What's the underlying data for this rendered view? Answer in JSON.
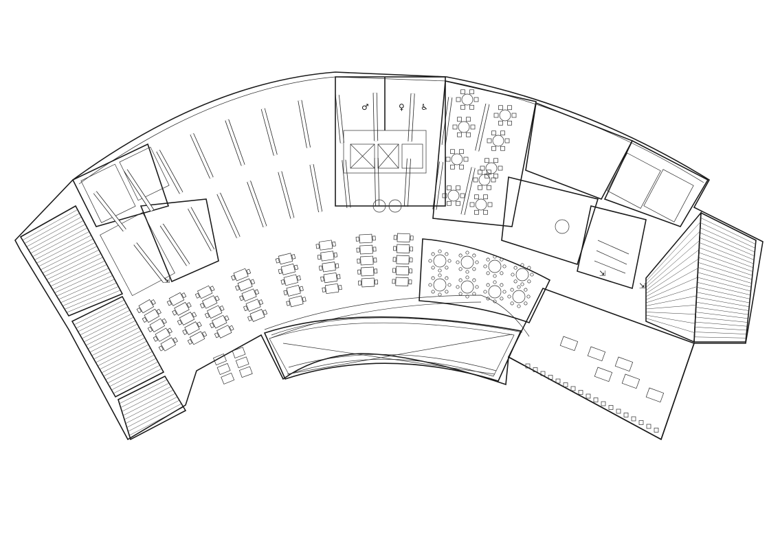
{
  "drawing": {
    "type": "architectural-floor-plan",
    "shape": "curved-fan",
    "line_color": "#1a1a1a",
    "background": "#ffffff"
  },
  "rooms": [
    {
      "id": "west-stairs-bleachers",
      "kind": "tiered seating"
    },
    {
      "id": "east-stairs-bleachers",
      "kind": "tiered seating"
    },
    {
      "id": "study-rows",
      "kind": "long desk rows"
    },
    {
      "id": "toilets-core",
      "kind": "restrooms, lifts, stair"
    },
    {
      "id": "group-study-clusters",
      "kind": "chair clusters"
    },
    {
      "id": "round-tables",
      "kind": "round table seating"
    },
    {
      "id": "table-grid",
      "kind": "table islands"
    },
    {
      "id": "atrium-void",
      "kind": "void"
    },
    {
      "id": "east-lounge",
      "kind": "tables and counter seating"
    }
  ],
  "icons": {
    "restroom": "toilet-person-icon",
    "accessible": "wheelchair-icon",
    "lift": "elevator-icon",
    "exit": "emergency-exit-icon"
  }
}
